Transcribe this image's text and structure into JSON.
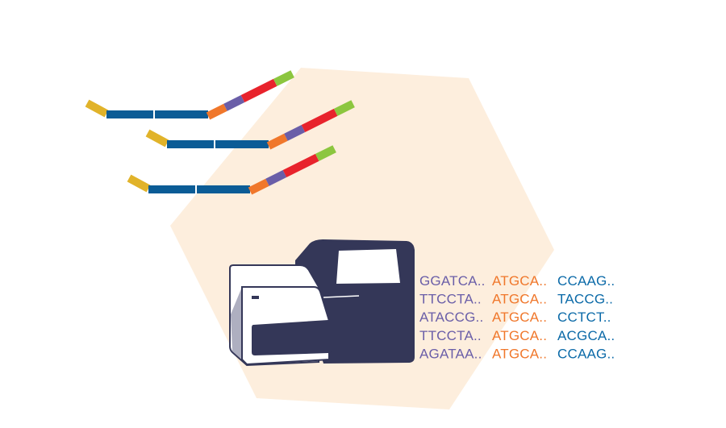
{
  "colors": {
    "hexagon": "#fdeedd",
    "adapter": "#e1b32a",
    "insert": "#0b5c96",
    "seg_orange": "#f0772b",
    "seg_purple": "#6a5ea8",
    "seg_red": "#e8232c",
    "seg_green": "#8cc63f",
    "sequencer_body": "#343758",
    "sequencer_outline": "#343758",
    "seq_a": "#6a5ea8",
    "seq_b": "#f0772b",
    "seq_c": "#0b6aa8"
  },
  "fragments": [
    {
      "name": "library-fragment-1"
    },
    {
      "name": "library-fragment-2"
    },
    {
      "name": "library-fragment-3"
    }
  ],
  "sequences": [
    {
      "a": "GGATCA..",
      "b": "ATGCA..",
      "c": "CCAAG.."
    },
    {
      "a": "TTCCTA..",
      "b": "ATGCA..",
      "c": "TACCG.."
    },
    {
      "a": "ATACCG..",
      "b": "ATGCA..",
      "c": "CCTCT.."
    },
    {
      "a": "TTCCTA..",
      "b": "ATGCA..",
      "c": "ACGCA.."
    },
    {
      "a": "AGATAA..",
      "b": "ATGCA..",
      "c": "CCAAG.."
    }
  ]
}
